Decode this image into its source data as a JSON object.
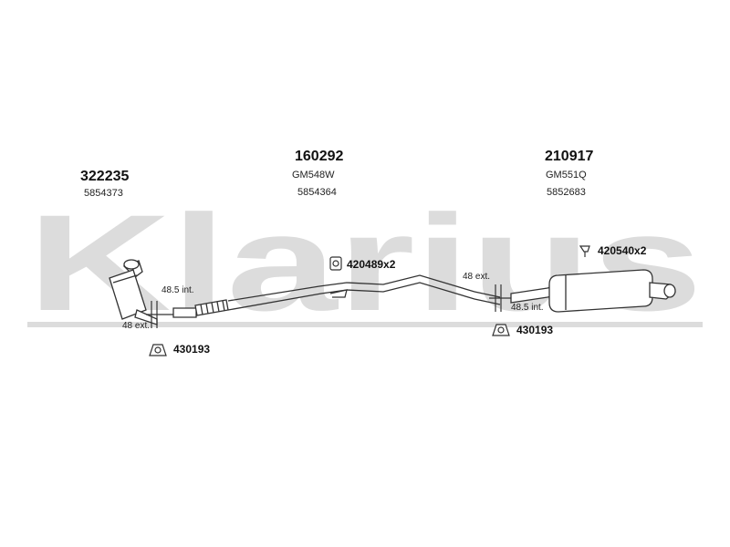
{
  "watermark": "Klarius",
  "parts": [
    {
      "part_number": "322235",
      "ref": "5854373",
      "oe": ""
    },
    {
      "part_number": "160292",
      "oe": "GM548W",
      "ref": "5854364"
    },
    {
      "part_number": "210917",
      "oe": "GM551Q",
      "ref": "5852683"
    }
  ],
  "hardware": {
    "clamp_mid": "420489x2",
    "clamp_rear": "420540x2",
    "hanger_front": "430193",
    "hanger_rear": "430193"
  },
  "dimensions": {
    "front_int": "48.5 int.",
    "front_ext": "48 ext.",
    "rear_ext": "48 ext.",
    "rear_int": "48.5 int."
  },
  "colors": {
    "watermark": "#d9d9d9",
    "line": "#333333",
    "fill": "#ffffff"
  }
}
